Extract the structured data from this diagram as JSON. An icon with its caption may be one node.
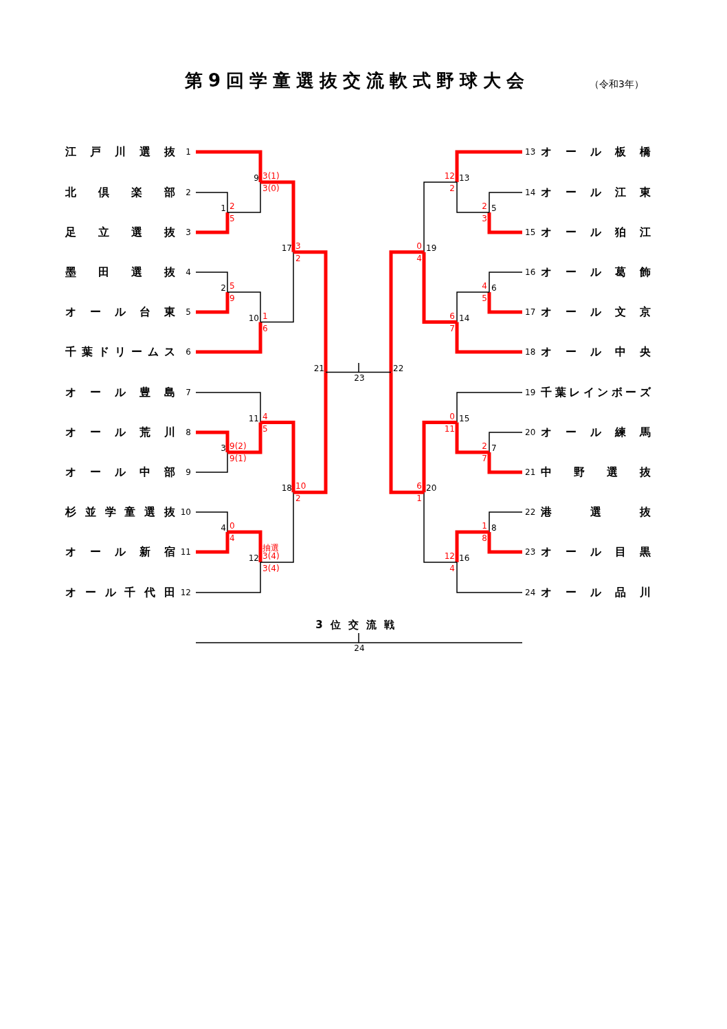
{
  "diagram": {
    "title": "第9回学童選抜交流軟式野球大会",
    "nodes": [
      {
        "text": [
          "江戸川選抜"
        ],
        "beside": [
          "1"
        ]
      },
      {
        "text": [
          "北倶楽部"
        ],
        "beside": [
          "2"
        ]
      },
      {
        "text": [
          "足立選抜"
        ],
        "beside": [
          "3"
        ]
      },
      {
        "text": [
          "墨田選抜"
        ],
        "beside": [
          "4"
        ]
      },
      {
        "text": [
          "オール台東"
        ],
        "beside": [
          "5"
        ]
      },
      {
        "text": [
          "千葉ドリームス"
        ],
        "beside": [
          "6"
        ]
      },
      {
        "text": [
          "オール豊島"
        ],
        "beside": [
          "7"
        ]
      },
      {
        "text": [
          "オール荒川"
        ],
        "beside": [
          "8"
        ]
      },
      {
        "text": [
          "オール中部"
        ],
        "beside": [
          "9"
        ]
      },
      {
        "text": [
          "杉並学童選抜"
        ],
        "beside": [
          "10"
        ]
      },
      {
        "text": [
          "オール新宿"
        ],
        "beside": [
          "11"
        ]
      },
      {
        "text": [
          "オール千代田"
        ],
        "beside": [
          "12"
        ]
      },
      {
        "text": [
          "オール板橋"
        ],
        "beside": [
          "13"
        ]
      },
      {
        "text": [
          "オール江東"
        ],
        "beside": [
          "14"
        ]
      },
      {
        "text": [
          "オール狛江"
        ],
        "beside": [
          "15"
        ]
      },
      {
        "text": [
          "オール葛飾"
        ],
        "beside": [
          "16"
        ]
      },
      {
        "text": [
          "オール文京"
        ],
        "beside": [
          "17"
        ]
      },
      {
        "text": [
          "オール中央"
        ],
        "beside": [
          "18"
        ]
      },
      {
        "text": [
          "千葉レインボーズ"
        ],
        "beside": [
          "19"
        ]
      },
      {
        "text": [
          "オール練馬"
        ],
        "beside": [
          "20"
        ]
      },
      {
        "text": [
          "中野選抜"
        ],
        "beside": [
          "21"
        ]
      },
      {
        "text": [
          "港選抜"
        ],
        "beside": [
          "22"
        ]
      },
      {
        "text": [
          "オール目黒"
        ],
        "beside": [
          "23"
        ]
      },
      {
        "text": [
          "オール品川"
        ],
        "beside": [
          "24"
        ]
      },
      {
        "text": [
          "1"
        ]
      },
      {
        "text": [
          "2"
        ]
      },
      {
        "text": [
          "3"
        ]
      },
      {
        "text": [
          "4"
        ]
      },
      {
        "text": [
          "5"
        ]
      },
      {
        "text": [
          "6"
        ]
      },
      {
        "text": [
          "7"
        ]
      },
      {
        "text": [
          "8"
        ]
      },
      {
        "text": [
          "9"
        ]
      },
      {
        "text": [
          "10"
        ]
      },
      {
        "text": [
          "11"
        ]
      },
      {
        "text": [
          "12"
        ]
      },
      {
        "text": [
          "13"
        ]
      },
      {
        "text": [
          "14"
        ]
      },
      {
        "text": [
          "15"
        ]
      },
      {
        "text": [
          "16"
        ]
      },
      {
        "text": [
          "17"
        ]
      },
      {
        "text": [
          "18"
        ]
      },
      {
        "text": [
          "19"
        ]
      },
      {
        "text": [
          "20"
        ]
      },
      {
        "text": [
          "21"
        ]
      },
      {
        "text": [
          "22"
        ]
      },
      {
        "text": [
          "23"
        ]
      },
      {
        "text": [
          "24"
        ]
      }
    ],
    "edges": [
      {
        "from": 1,
        "to": 24,
        "arrow": "none",
        "label": "2"
      },
      {
        "from": 2,
        "to": 24,
        "arrow": "none",
        "label": "5",
        "style": "thick",
        "color": "#ff0000"
      },
      {
        "from": 3,
        "to": 25,
        "arrow": "none",
        "label": "5"
      },
      {
        "from": 4,
        "to": 25,
        "arrow": "none",
        "label": "9",
        "style": "thick",
        "color": "#ff0000"
      },
      {
        "from": 7,
        "to": 26,
        "arrow": "none",
        "label": "9(2)",
        "style": "thick",
        "color": "#ff0000"
      },
      {
        "from": 8,
        "to": 26,
        "arrow": "none",
        "label": "9(1)"
      },
      {
        "from": 9,
        "to": 27,
        "arrow": "none",
        "label": "0"
      },
      {
        "from": 10,
        "to": 27,
        "arrow": "none",
        "label": "4",
        "style": "thick",
        "color": "#ff0000"
      },
      {
        "from": 13,
        "to": 28,
        "arrow": "none",
        "label": "2"
      },
      {
        "from": 14,
        "to": 28,
        "arrow": "none",
        "label": "3",
        "style": "thick",
        "color": "#ff0000"
      },
      {
        "from": 15,
        "to": 29,
        "arrow": "none",
        "label": "4"
      },
      {
        "from": 16,
        "to": 29,
        "arrow": "none",
        "label": "5",
        "style": "thick",
        "color": "#ff0000"
      },
      {
        "from": 19,
        "to": 30,
        "arrow": "none",
        "label": "2"
      },
      {
        "from": 20,
        "to": 30,
        "arrow": "none",
        "label": "7",
        "style": "thick",
        "color": "#ff0000"
      },
      {
        "from": 21,
        "to": 31,
        "arrow": "none",
        "label": "1"
      },
      {
        "from": 22,
        "to": 31,
        "arrow": "none",
        "label": "8",
        "style": "thick",
        "color": "#ff0000"
      },
      {
        "from": 0,
        "to": 32,
        "arrow": "none",
        "label": "3(1)",
        "style": "thick",
        "color": "#ff0000"
      },
      {
        "from": 24,
        "to": 32,
        "arrow": "none",
        "label": "3(0)"
      },
      {
        "from": 25,
        "to": 33,
        "arrow": "none",
        "label": "1"
      },
      {
        "from": 5,
        "to": 33,
        "arrow": "none",
        "label": "6",
        "style": "thick",
        "color": "#ff0000"
      },
      {
        "from": 6,
        "to": 34,
        "arrow": "none",
        "label": "4"
      },
      {
        "from": 26,
        "to": 34,
        "arrow": "none",
        "label": "5",
        "style": "thick",
        "color": "#ff0000"
      },
      {
        "from": 27,
        "to": 35,
        "arrow": "none",
        "label": "抽選 3(4)",
        "style": "thick",
        "color": "#ff0000"
      },
      {
        "from": 11,
        "to": 35,
        "arrow": "none",
        "label": "3(4)"
      },
      {
        "from": 12,
        "to": 36,
        "arrow": "none",
        "label": "12",
        "style": "thick",
        "color": "#ff0000"
      },
      {
        "from": 28,
        "to": 36,
        "arrow": "none",
        "label": "2"
      },
      {
        "from": 29,
        "to": 37,
        "arrow": "none",
        "label": "6"
      },
      {
        "from": 17,
        "to": 37,
        "arrow": "none",
        "label": "7",
        "style": "thick",
        "color": "#ff0000"
      },
      {
        "from": 18,
        "to": 38,
        "arrow": "none",
        "label": "0"
      },
      {
        "from": 30,
        "to": 38,
        "arrow": "none",
        "label": "11",
        "style": "thick",
        "color": "#ff0000"
      },
      {
        "from": 31,
        "to": 39,
        "arrow": "none",
        "label": "12",
        "style": "thick",
        "color": "#ff0000"
      },
      {
        "from": 23,
        "to": 39,
        "arrow": "none",
        "label": "4"
      },
      {
        "from": 32,
        "to": 40,
        "arrow": "none",
        "label": "3",
        "style": "thick",
        "color": "#ff0000"
      },
      {
        "from": 33,
        "to": 40,
        "arrow": "none",
        "label": "2"
      },
      {
        "from": 34,
        "to": 41,
        "arrow": "none",
        "label": "10",
        "style": "thick",
        "color": "#ff0000"
      },
      {
        "from": 35,
        "to": 41,
        "arrow": "none",
        "label": "2"
      },
      {
        "from": 36,
        "to": 42,
        "arrow": "none",
        "label": "0"
      },
      {
        "from": 37,
        "to": 42,
        "arrow": "none",
        "label": "4",
        "style": "thick",
        "color": "#ff0000"
      },
      {
        "from": 38,
        "to": 43,
        "arrow": "none",
        "label": "6",
        "style": "thick",
        "color": "#ff0000"
      },
      {
        "from": 39,
        "to": 43,
        "arrow": "none",
        "label": "1"
      },
      {
        "from": 40,
        "to": 44,
        "arrow": "none",
        "style": "thick",
        "color": "#ff0000"
      },
      {
        "from": 41,
        "to": 44,
        "arrow": "none",
        "style": "thick",
        "color": "#ff0000"
      },
      {
        "from": 42,
        "to": 45,
        "arrow": "none",
        "style": "thick",
        "color": "#ff0000"
      },
      {
        "from": 43,
        "to": 45,
        "arrow": "none",
        "style": "thick",
        "color": "#ff0000"
      },
      {
        "from": 44,
        "to": 46,
        "arrow": "none"
      },
      {
        "from": 45,
        "to": 46,
        "arrow": "none"
      },
      {
        "from": null,
        "to": 47,
        "arrow": "none"
      },
      {
        "from": null,
        "to": 47,
        "arrow": "none"
      }
    ],
    "labels": [
      "（令和3年）",
      "3位交流戦"
    ]
  }
}
